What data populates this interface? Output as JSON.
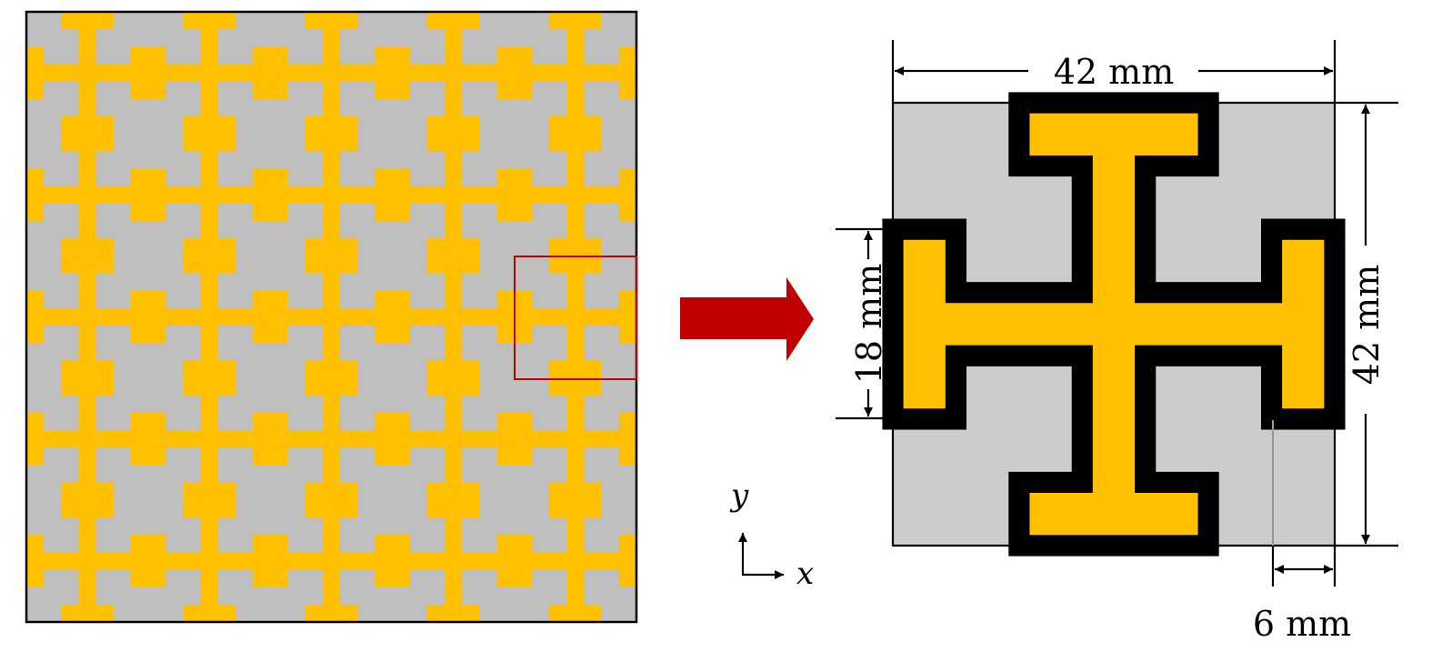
{
  "colors": {
    "metal": "#ffc000",
    "substrate_array": "#bfbfbf",
    "substrate_cell": "#cccccc",
    "highlight": "#c00000",
    "line": "#000000"
  },
  "array": {
    "rows": 5,
    "cols": 5,
    "highlighted_cell": {
      "row": 2,
      "col": 4
    }
  },
  "unit_cell_mm": {
    "period": 42,
    "bar_gap": 18,
    "flange_width": 6
  },
  "labels": {
    "width": "42 mm",
    "height": "42 mm",
    "gap": "18 mm",
    "flange": "6 mm"
  },
  "axes": {
    "x": "x",
    "y": "y"
  },
  "icons": {
    "arrow": "right-arrow-icon"
  }
}
